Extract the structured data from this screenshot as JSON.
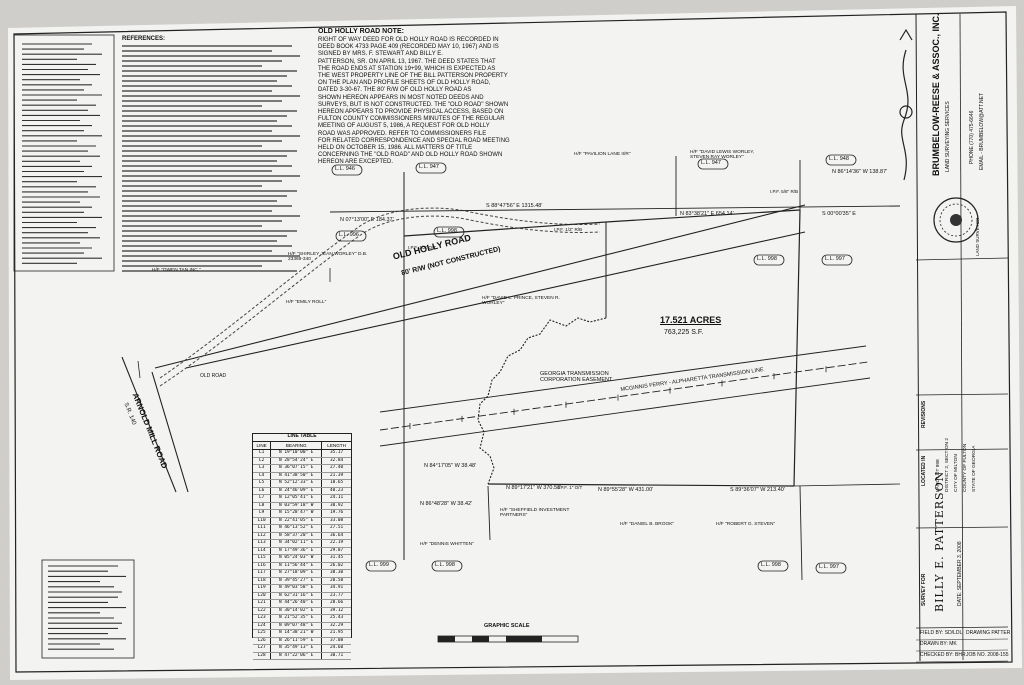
{
  "firm": {
    "name": "BRUMBELOW-REESE & ASSOC., INC.",
    "subtitle": "LAND SURVEYING SERVICES",
    "phone": "PHONE (770) 475-6646",
    "email": "EMAIL - BRUMBELOW@ATT.NET"
  },
  "road_note": {
    "heading": "OLD HOLLY ROAD NOTE:",
    "lines": [
      "RIGHT OF WAY DEED FOR OLD HOLLY ROAD IS RECORDED IN",
      "DEED BOOK 4733 PAGE 409 (RECORDED MAY 10, 1967) AND IS",
      "SIGNED BY MRS. F. STEWART AND BILLY E.",
      "PATTERSON, SR. ON APRIL 13, 1967. THE DEED STATES THAT",
      "THE ROAD ENDS AT STATION 19+99, WHICH IS EXPECTED AS",
      "THE WEST PROPERTY LINE OF THE BILL PATTERSON PROPERTY",
      "ON THE PLAN AND PROFILE SHEETS OF OLD HOLLY ROAD,",
      "DATED 3-30-67. THE 80' R/W OF OLD HOLLY ROAD AS",
      "SHOWN HEREON APPEARS IN MOST NOTED DEEDS AND",
      "SURVEYS, BUT IS NOT CONSTRUCTED. THE \"OLD ROAD\" SHOWN",
      "HEREON APPEARS TO PROVIDE PHYSICAL ACCESS, BASED ON",
      "FULTON COUNTY COMMISSIONERS MINUTES OF THE REGULAR",
      "MEETING OF AUGUST 5, 1986, A REQUEST FOR OLD HOLLY",
      "ROAD WAS APPROVED. REFER TO COMMISSIONERS FILE",
      "FOR RELATED CORRESPONDENCE AND SPECIAL ROAD MEETING",
      "HELD ON OCTOBER 15, 1986. ALL MATTERS OF TITLE",
      "CONCERNING THE \"OLD ROAD\" AND OLD HOLLY ROAD SHOWN",
      "HEREON ARE EXCEPTED."
    ]
  },
  "references_heading": "REFERENCES:",
  "map": {
    "road_name": "OLD HOLLY ROAD",
    "road_row": "80' R/W   (NOT CONSTRUCTED)",
    "mill_road": "ARNOLD MILL ROAD",
    "mill_road_sub": "S.R. 140",
    "acreage": "17.521 ACRES",
    "area_sf": "763,225 S.F.",
    "easement": "GEORGIA TRANSMISSION CORPORATION EASEMENT",
    "easement_line": "MCGINNIS FERRY - ALPHARETTA TRANSMISSION LINE",
    "old_road_label": "OLD ROAD",
    "graphic_scale": "GRAPHIC SCALE",
    "land_lots": [
      "L.L. 946",
      "L.L. 947",
      "L.L. 947",
      "L.L. 948",
      "L.L. 998",
      "L.L. 996",
      "L.L. 998",
      "L.L. 997",
      "L.L. 999",
      "L.L. 998",
      "L.L. 998",
      "L.L. 997"
    ],
    "bearings": [
      "S 88°47'56\" E   1315.48'",
      "N 07°13'00\" E   184.37'",
      "N 83°38'21\" E   654.14'",
      "N 86°14'36\" W   138.87'",
      "S 00°00'35\" E",
      "N 89°17'21\" W   370.58'",
      "N 89°55'28\" W   431.00'",
      "S 89°36'07\" W   213.40'",
      "N 84°17'05\" W   38.48'",
      "N 86°48'28\" W   38.42'"
    ],
    "owners": [
      "H/F \"PAVILION LANE II/R\"",
      "H/F \"DAVID LEWIS WORLEY, STEVEN RAY WORLEY\"",
      "H/F \"SHIRLEY JEAN WORLEY\" D.B. 23369-340",
      "H/F \"OWEN TAN INC.\"",
      "H/F \"EMILY ROLL\"",
      "H/F \"DAVID L. PRINCE, STEVEN R. WORLEY\"",
      "H/F \"SHEFFIELD INVESTMENT PARTNERS\"",
      "H/F \"DANIEL B. BROOK\"",
      "H/F \"ROBERT G. STEVEN\"",
      "H/F \"DENNIS WHITTEN\""
    ],
    "markers": [
      "I.P.F. 1/2\" R/B",
      "I.P.F. 1/2\" O/T",
      "I.P.F. 5/8\" R/B",
      "I.P.F. 1\" O/T"
    ]
  },
  "line_table": {
    "title": "LINE TABLE",
    "headers": [
      "LINE",
      "BEARING",
      "LENGTH"
    ],
    "rows": [
      [
        "L1",
        "N 19°10'00\" E",
        "35.17"
      ],
      [
        "L2",
        "N 28°54'24\" E",
        "32.84"
      ],
      [
        "L3",
        "N 36°07'15\" E",
        "27.40"
      ],
      [
        "L4",
        "N 41°38'50\" E",
        "21.39"
      ],
      [
        "L5",
        "N 52°12'33\" E",
        "18.65"
      ],
      [
        "L6",
        "N 24°46'09\" E",
        "40.23"
      ],
      [
        "L7",
        "N 12°05'41\" E",
        "24.11"
      ],
      [
        "L8",
        "N 03°59'18\" W",
        "30.92"
      ],
      [
        "L9",
        "N 15°28'47\" W",
        "19.76"
      ],
      [
        "L10",
        "N 22°41'05\" E",
        "33.08"
      ],
      [
        "L11",
        "N 46°13'52\" E",
        "27.51"
      ],
      [
        "L12",
        "N 58°37'20\" E",
        "36.64"
      ],
      [
        "L13",
        "N 34°02'11\" E",
        "22.19"
      ],
      [
        "L14",
        "N 17°49'36\" E",
        "29.87"
      ],
      [
        "L15",
        "N 05°24'03\" W",
        "31.45"
      ],
      [
        "L16",
        "N 11°56'44\" E",
        "26.02"
      ],
      [
        "L17",
        "N 27°18'09\" E",
        "38.30"
      ],
      [
        "L18",
        "N 39°45'27\" E",
        "20.58"
      ],
      [
        "L19",
        "N 49°03'58\" E",
        "34.91"
      ],
      [
        "L20",
        "N 62°31'16\" E",
        "23.77"
      ],
      [
        "L21",
        "N 44°26'40\" E",
        "28.66"
      ],
      [
        "L22",
        "N 30°14'02\" E",
        "39.12"
      ],
      [
        "L23",
        "N 21°52'35\" E",
        "25.43"
      ],
      [
        "L24",
        "N 09°07'48\" E",
        "32.29"
      ],
      [
        "L25",
        "N 14°38'21\" W",
        "21.95"
      ],
      [
        "L26",
        "N 26°11'59\" E",
        "37.08"
      ],
      [
        "L27",
        "N 35°49'13\" E",
        "24.60"
      ],
      [
        "L28",
        "N 47°22'06\" E",
        "30.71"
      ]
    ]
  },
  "title_block": {
    "survey_for_label": "SURVEY FOR",
    "client": "BILLY E. PATTERSON",
    "date": "DATE: SEPTEMBER 3, 2008",
    "located_in_label": "LOCATED IN",
    "location_lines": [
      "LAND LOT 998",
      "DISTRICT 2, SECTION 2",
      "CITY OF MILTON",
      "COUNTY OF FULTON",
      "STATE OF GEORGIA"
    ],
    "revisions_label": "REVISIONS",
    "field_by": "FIELD BY: SD/LDL",
    "drawn_by": "DRAWN BY: MK",
    "checked_by": "CHECKED BY: BHR",
    "drawing_pattern": "DRAWING PATTER",
    "job_no": "JOB NO. 2008-155"
  },
  "seal_label": "LAND SURVEYOR"
}
